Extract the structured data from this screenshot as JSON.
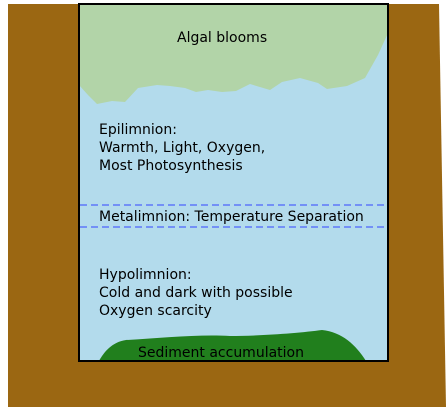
{
  "colors": {
    "soil": "#9b6712",
    "water": "#b3dbec",
    "algae": "#b2d4a8",
    "sediment": "#217f1d",
    "thermocline_line": "#3344ff"
  },
  "zones": {
    "algae_label": "Algal blooms",
    "epilimnion": {
      "title": "Epilimnion:",
      "line1": "Warmth, Light, Oxygen,",
      "line2": "Most Photosynthesis"
    },
    "metalimnion": {
      "label": "Metalimnion: Temperature Separation"
    },
    "hypolimnion": {
      "title": "Hypolimnion:",
      "line1": "Cold and dark with possible",
      "line2": "Oxygen scarcity"
    },
    "sediment_label": "Sediment accumulation"
  }
}
